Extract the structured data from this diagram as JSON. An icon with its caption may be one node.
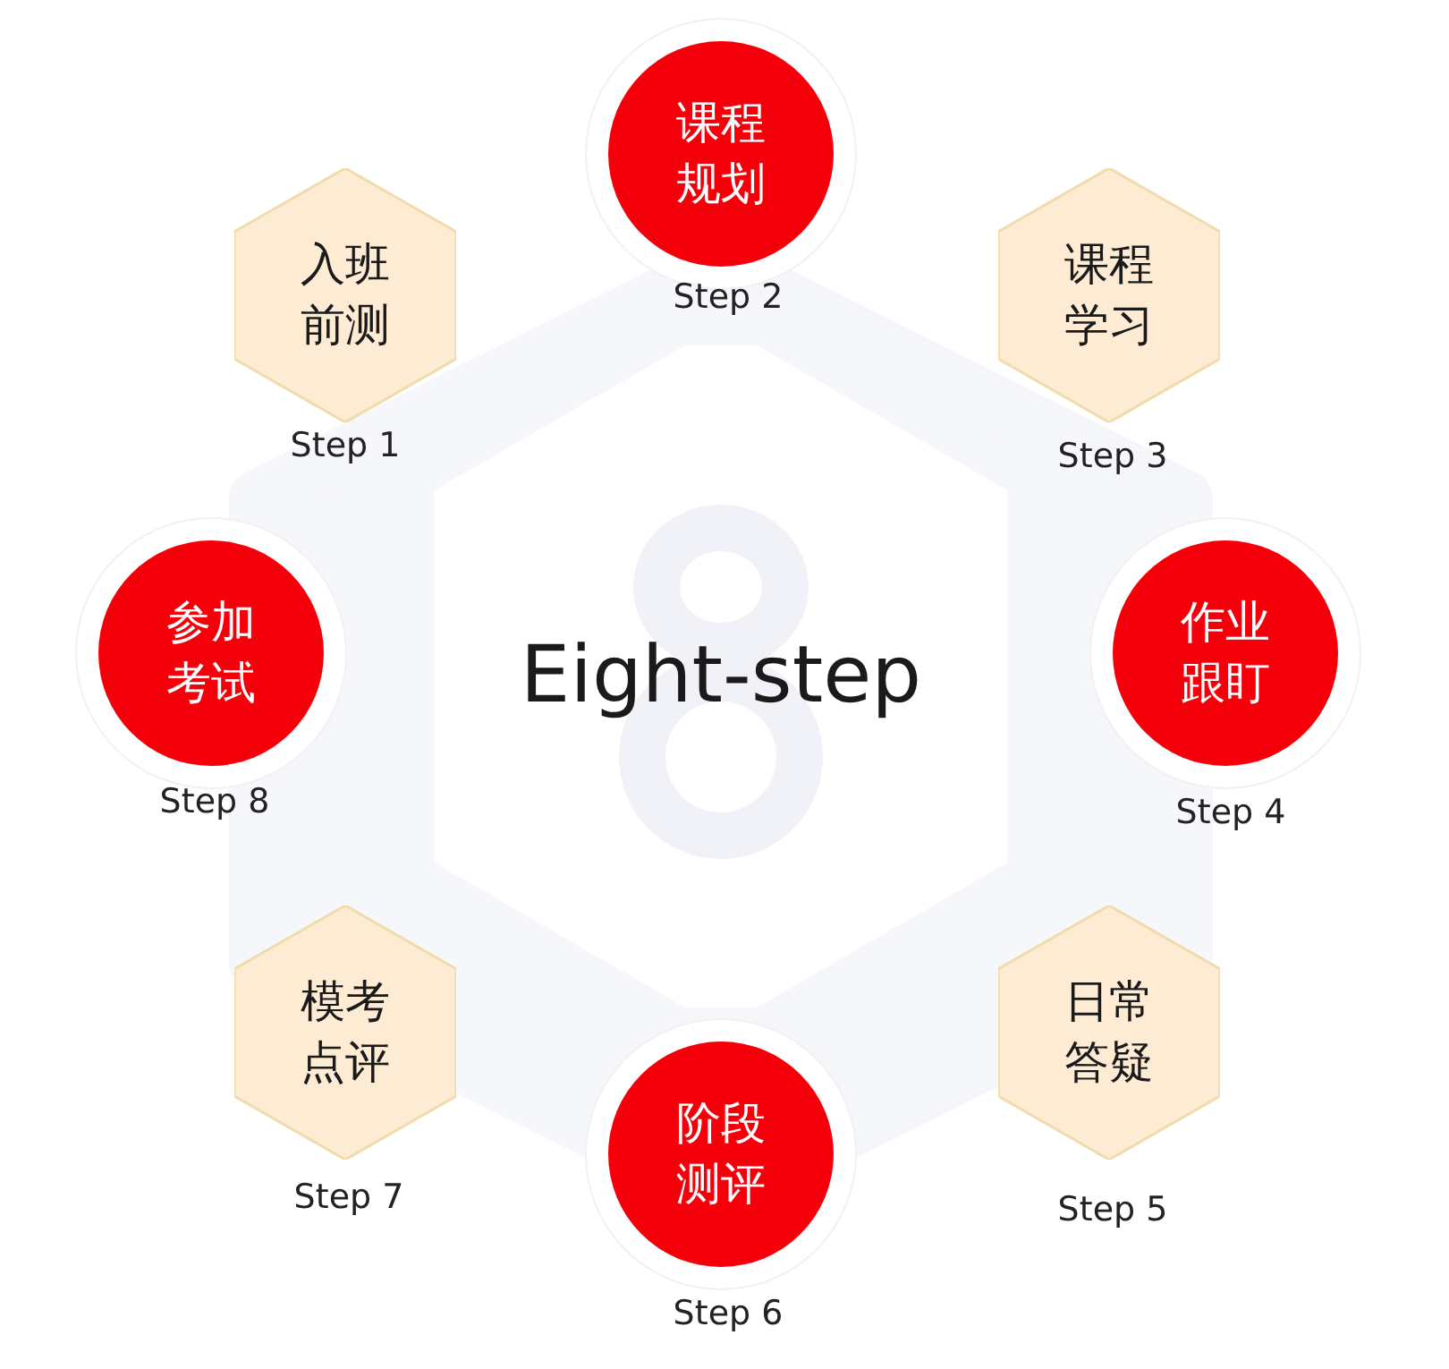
{
  "diagram": {
    "nodes": [
      {
        "text": [
          "Eight-step"
        ]
      },
      {
        "text": [
          "入班前测"
        ],
        "beside": [
          "Step 1"
        ]
      },
      {
        "text": [
          "课程规划"
        ],
        "beside": [
          "Step 2"
        ]
      },
      {
        "text": [
          "课程学习"
        ],
        "beside": [
          "Step 3"
        ]
      },
      {
        "text": [
          "作业跟盯"
        ],
        "beside": [
          "Step 4"
        ]
      },
      {
        "text": [
          "日常答疑"
        ],
        "beside": [
          "Step 5"
        ]
      },
      {
        "text": [
          "阶段测评"
        ],
        "beside": [
          "Step 6"
        ]
      },
      {
        "text": [
          "模考点评"
        ],
        "beside": [
          "Step 7"
        ]
      },
      {
        "text": [
          "参加考试"
        ],
        "beside": [
          "Step 8"
        ]
      }
    ]
  }
}
